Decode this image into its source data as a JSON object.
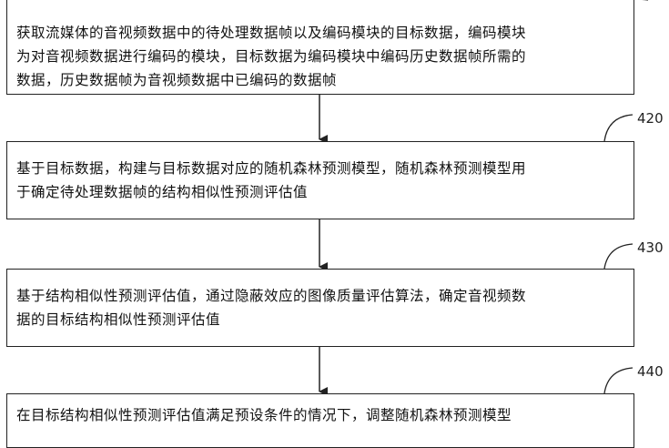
{
  "steps": [
    {
      "id": "410",
      "label": "",
      "text": "获取流媒体的音视频数据中的待处理数据帧以及编码模块的目标数据，编码模块\n为对音视频数据进行编码的模块，目标数据为编码模块中编码历史数据帧所需的\n数据，历史数据帧为音视频数据中已编码的数据帧"
    },
    {
      "id": "420",
      "label": "420",
      "text": "基于目标数据，构建与目标数据对应的随机森林预测模型，随机森林预测模型用\n于确定待处理数据帧的结构相似性预测评估值"
    },
    {
      "id": "430",
      "label": "430",
      "text": "基于结构相似性预测评估值，通过隐蔽效应的图像质量评估算法，确定音视频数\n据的目标结构相似性预测评估值"
    },
    {
      "id": "440",
      "label": "440",
      "text": "在目标结构相似性预测评估值满足预设条件的情况下，调整随机森林预测模型"
    }
  ]
}
